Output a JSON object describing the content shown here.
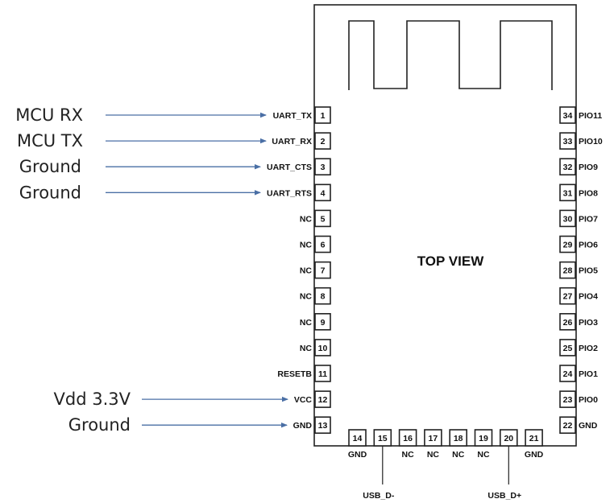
{
  "title": "TOP VIEW",
  "left_pins": [
    {
      "num": "1",
      "label": "UART_TX"
    },
    {
      "num": "2",
      "label": "UART_RX"
    },
    {
      "num": "3",
      "label": "UART_CTS"
    },
    {
      "num": "4",
      "label": "UART_RTS"
    },
    {
      "num": "5",
      "label": "NC"
    },
    {
      "num": "6",
      "label": "NC"
    },
    {
      "num": "7",
      "label": "NC"
    },
    {
      "num": "8",
      "label": "NC"
    },
    {
      "num": "9",
      "label": "NC"
    },
    {
      "num": "10",
      "label": "NC"
    },
    {
      "num": "11",
      "label": "RESETB"
    },
    {
      "num": "12",
      "label": "VCC"
    },
    {
      "num": "13",
      "label": "GND"
    }
  ],
  "right_pins": [
    {
      "num": "34",
      "label": "PIO11"
    },
    {
      "num": "33",
      "label": "PIO10"
    },
    {
      "num": "32",
      "label": "PIO9"
    },
    {
      "num": "31",
      "label": "PIO8"
    },
    {
      "num": "30",
      "label": "PIO7"
    },
    {
      "num": "29",
      "label": "PIO6"
    },
    {
      "num": "28",
      "label": "PIO5"
    },
    {
      "num": "27",
      "label": "PIO4"
    },
    {
      "num": "26",
      "label": "PIO3"
    },
    {
      "num": "25",
      "label": "PIO2"
    },
    {
      "num": "24",
      "label": "PIO1"
    },
    {
      "num": "23",
      "label": "PIO0"
    },
    {
      "num": "22",
      "label": "GND"
    }
  ],
  "bottom_pins": [
    {
      "num": "14",
      "label": "GND"
    },
    {
      "num": "15",
      "label": "USB_D-"
    },
    {
      "num": "16",
      "label": "NC"
    },
    {
      "num": "17",
      "label": "NC"
    },
    {
      "num": "18",
      "label": "NC"
    },
    {
      "num": "19",
      "label": "NC"
    },
    {
      "num": "20",
      "label": "USB_D+"
    },
    {
      "num": "21",
      "label": "GND"
    }
  ],
  "connections": [
    {
      "text": "MCU RX",
      "pin": "1"
    },
    {
      "text": "MCU TX",
      "pin": "2"
    },
    {
      "text": "Ground",
      "pin": "3"
    },
    {
      "text": "Ground",
      "pin": "4"
    },
    {
      "text": "Vdd 3.3V",
      "pin": "12"
    },
    {
      "text": "Ground",
      "pin": "13"
    }
  ]
}
